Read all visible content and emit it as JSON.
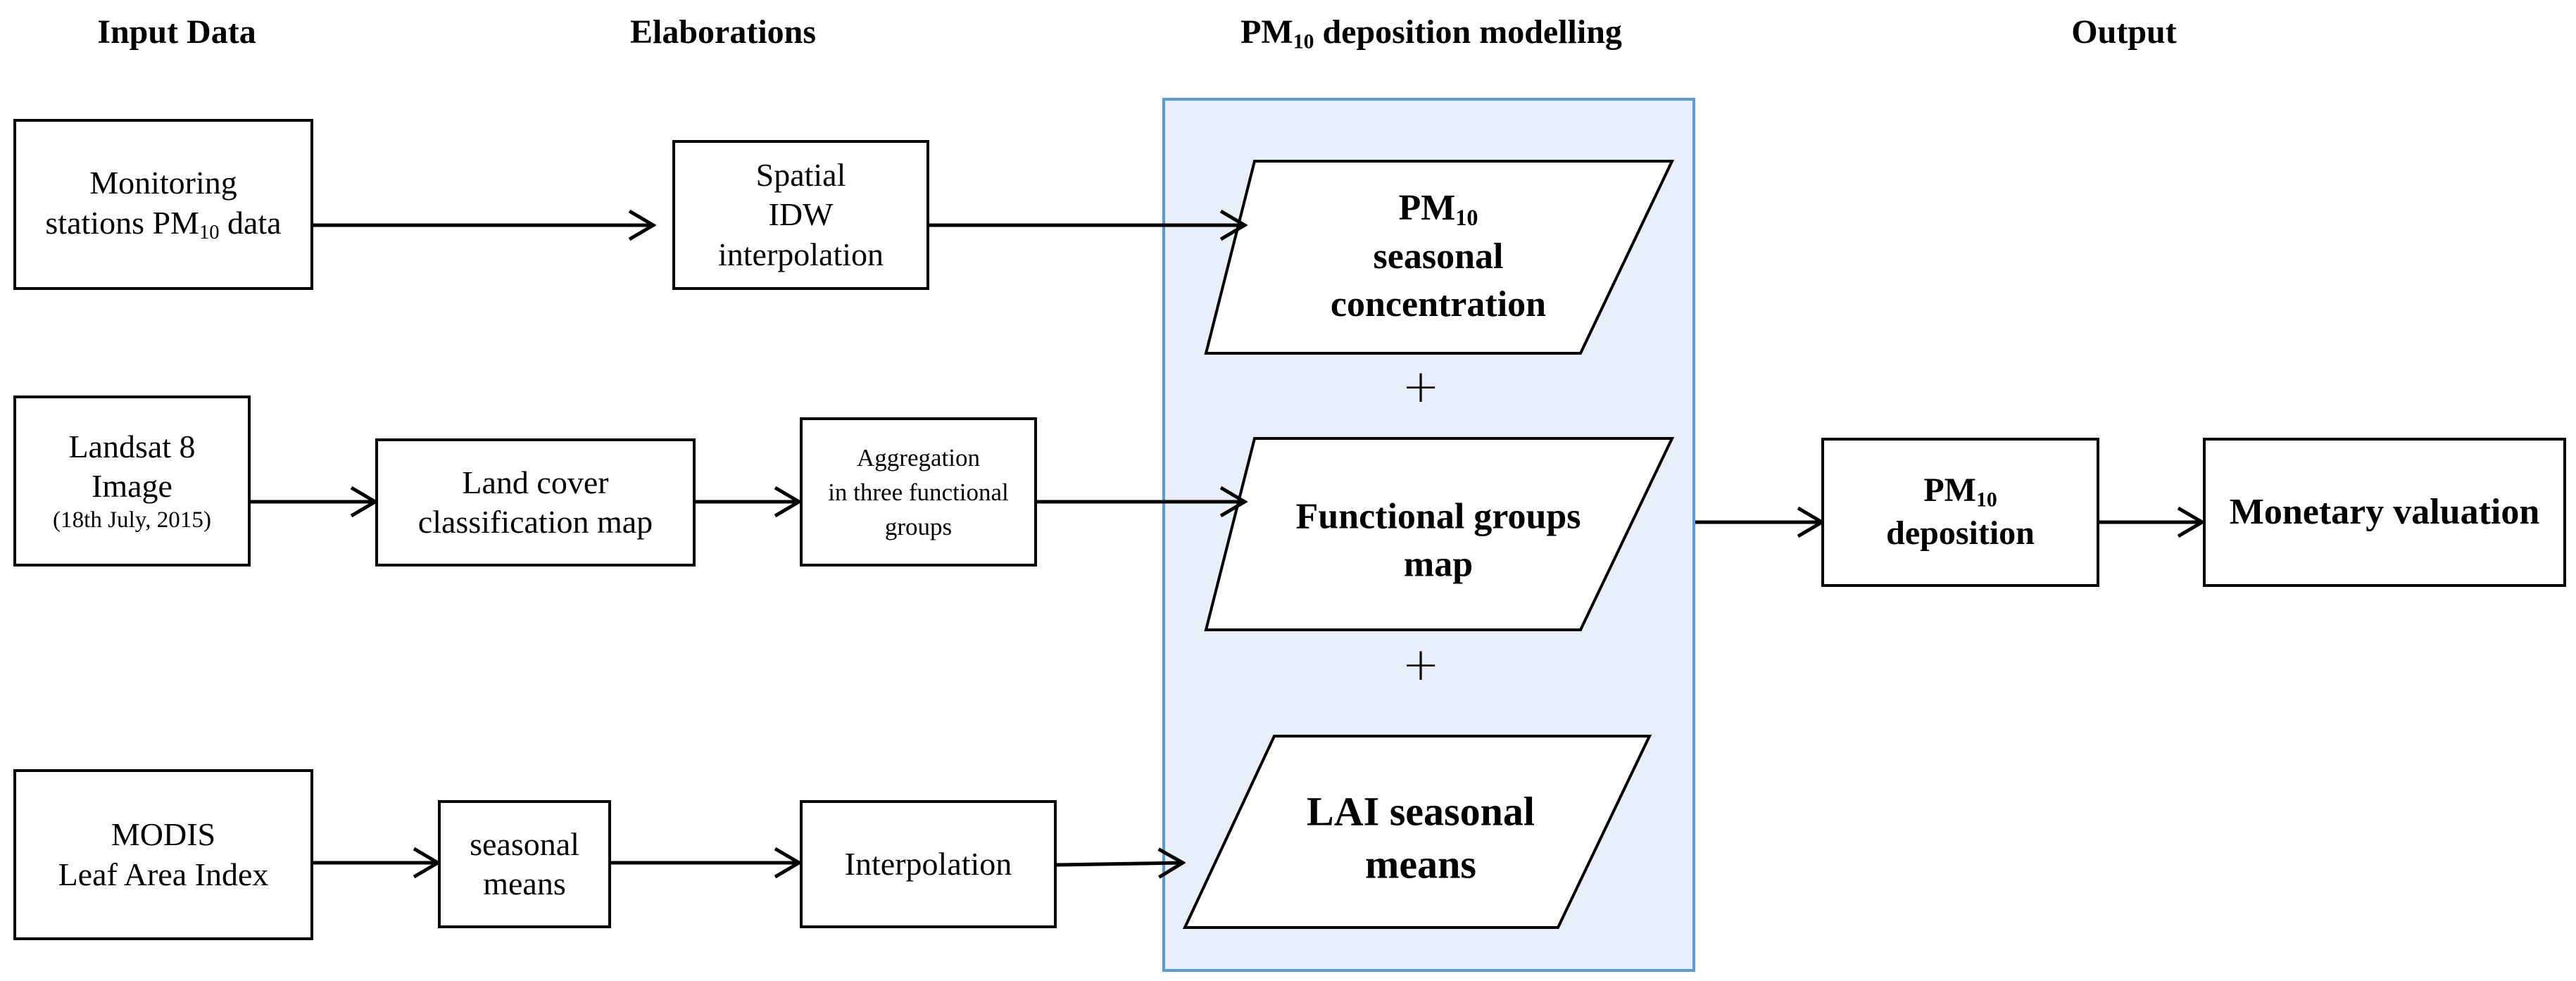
{
  "headers": {
    "input": "Input Data",
    "elaborations": "Elaborations",
    "modelling_prefix": "PM",
    "modelling_sub": "10",
    "modelling_suffix": " deposition modelling",
    "output": "Output"
  },
  "input": {
    "monitoring": {
      "line1": "Monitoring",
      "line2_prefix": "stations PM",
      "line2_sub": "10",
      "line2_suffix": " data"
    },
    "landsat": {
      "line1": "Landsat 8",
      "line2": "Image",
      "line3": "(18th July, 2015)"
    },
    "modis": {
      "line1": "MODIS",
      "line2": "Leaf Area Index"
    }
  },
  "elaborations": {
    "idw": {
      "line1": "Spatial",
      "line2": "IDW",
      "line3": "interpolation"
    },
    "landcover": {
      "line1": "Land cover",
      "line2": "classification map"
    },
    "aggregation": {
      "line1": "Aggregation",
      "line2": "in three functional",
      "line3": "groups"
    },
    "seasonal": {
      "line1": "seasonal",
      "line2": "means"
    },
    "interpolation": {
      "line1": "Interpolation"
    }
  },
  "modelling": {
    "pm10": {
      "line1_prefix": "PM",
      "line1_sub": "10",
      "line2": "seasonal",
      "line3": "concentration"
    },
    "functional": {
      "line1": "Functional groups",
      "line2": "map"
    },
    "lai": {
      "line1": "LAI seasonal",
      "line2": "means"
    },
    "plus": "+"
  },
  "output": {
    "deposition": {
      "line1_prefix": "PM",
      "line1_sub": "10",
      "line2": "deposition"
    },
    "monetary": {
      "line1": "Monetary valuation"
    }
  },
  "colors": {
    "modelling_panel_fill": "#e8eff9",
    "modelling_panel_border": "#5b9bd5",
    "stroke": "#000000"
  }
}
